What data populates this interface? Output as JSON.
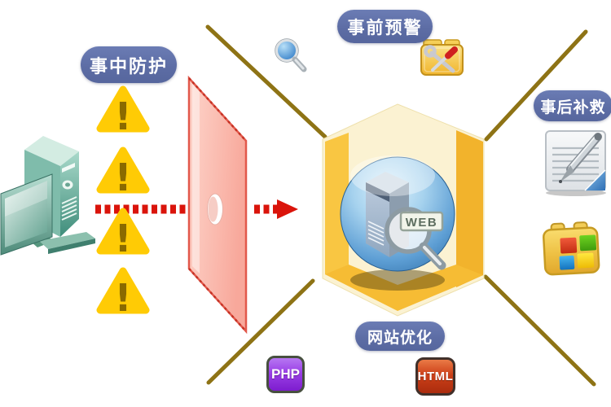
{
  "stage_labels": {
    "in_event_protection": "事中防护",
    "pre_event_warning": "事前预警",
    "post_event_remedy": "事后补救",
    "site_optimization": "网站优化"
  },
  "badges": {
    "php": "PHP",
    "html": "HTML",
    "web": "WEB"
  },
  "warning": {
    "mark": "!",
    "count": 4
  },
  "icons": {
    "computer": "teal-desktop-tower-with-monitor",
    "warning-triangle": "yellow-exclamation-triangle",
    "firewall-panel": "pink-shield-panel-with-hole",
    "attack-arrow": "red-dashed-arrow",
    "magnifier": "blue-magnifying-glass",
    "toolbox": "yellow-toolbox-wrench-screwdriver",
    "notepad": "notepad-with-pen-blue-fold",
    "app-grid": "gold-box-four-color-squares",
    "web-sphere": "blue-glossy-sphere-server-web-magnifier",
    "hex-box": "golden-open-hexagon-box"
  },
  "colors": {
    "pill_blue": "#6071A8",
    "warning_yellow": "#FFCB05",
    "warning_mark": "#8a6a00",
    "arrow_red": "#DA140B",
    "panel_pink": "#F9B0A4",
    "panel_border": "#E2584B",
    "cross_line_gold": "#8E7315",
    "hex_cream": "#FBF2D2",
    "hex_gold": "#F8C33C",
    "sphere_blue": "#4E92C8",
    "php_purple": "#8A2BD6",
    "html_orange": "#C53A17",
    "computer_teal": "#5FA08F"
  }
}
